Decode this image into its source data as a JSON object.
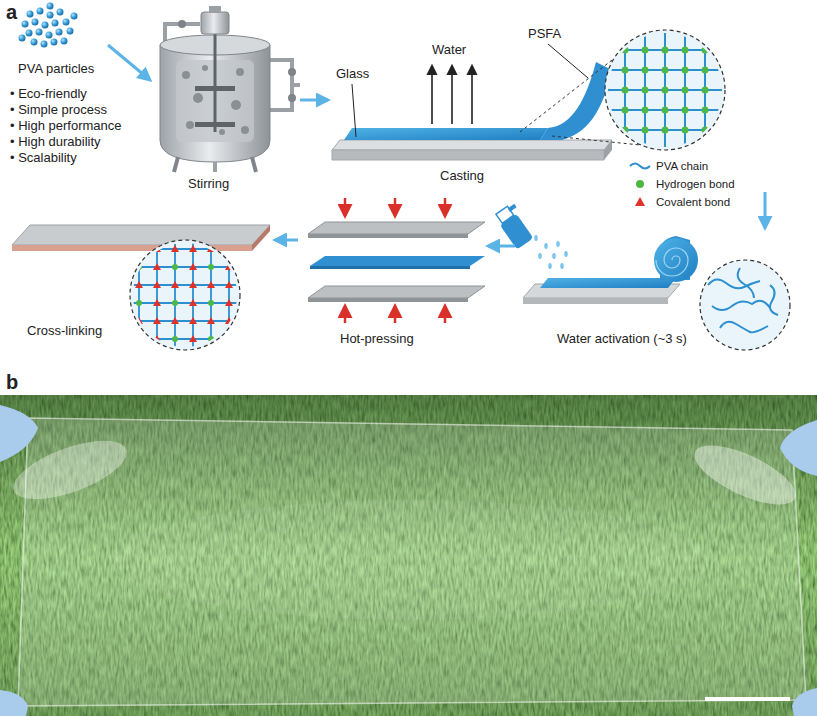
{
  "diagram": {
    "nodes": [
      {
        "text": [
          "PVA particles"
        ]
      },
      {
        "text": [
          "Stirring"
        ]
      },
      {
        "text": [
          "Casting"
        ]
      },
      {
        "text": [
          "Water activation (~3 s)"
        ]
      },
      {
        "text": [
          "Hot-pressing"
        ]
      },
      {
        "text": [
          "Cross-linking"
        ]
      }
    ],
    "edges": [
      {
        "from": 0,
        "to": 1,
        "arrow": "to"
      },
      {
        "from": 1,
        "to": 2,
        "arrow": "to"
      },
      {
        "from": 2,
        "to": 3,
        "arrow": "to"
      },
      {
        "from": 3,
        "to": 4,
        "arrow": "to"
      },
      {
        "from": 4,
        "to": 5,
        "arrow": "to"
      }
    ],
    "labels": [
      "a",
      "Glass",
      "Water",
      "PSFA",
      "• Eco-friendly",
      "• Simple process",
      "• High performance",
      "• High durability",
      "• Scalability",
      "b"
    ],
    "legend": [
      {
        "text": "PVA chain"
      },
      {
        "text": "Hydrogen bond"
      },
      {
        "text": "Covalent bond"
      }
    ]
  }
}
